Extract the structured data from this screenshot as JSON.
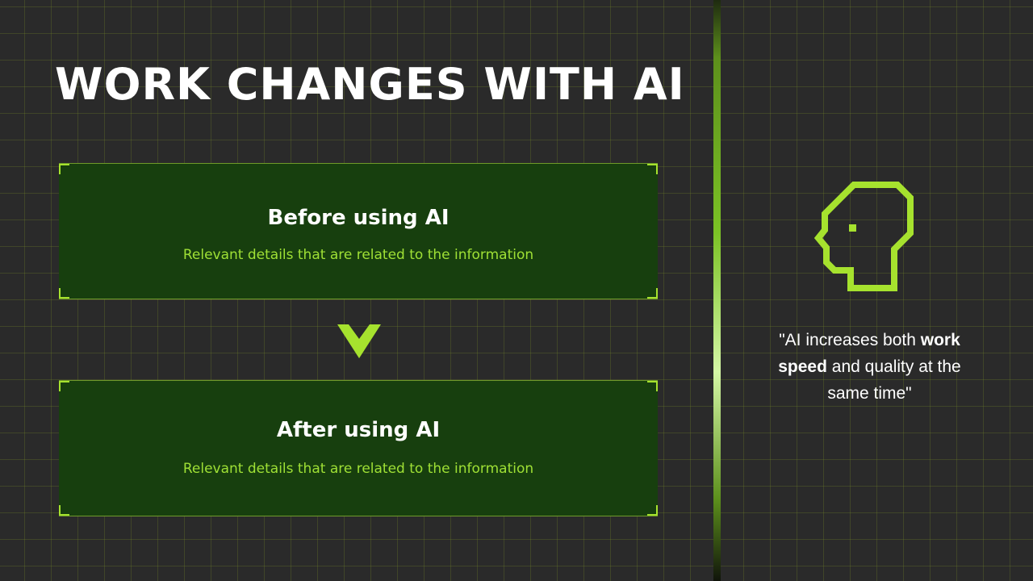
{
  "slide": {
    "title": "WORK CHANGES WITH AI"
  },
  "cards": {
    "before": {
      "heading": "Before using AI",
      "description": "Relevant details that are related to the information"
    },
    "after": {
      "heading": "After using AI",
      "description": "Relevant details that are related to the information"
    }
  },
  "icons": {
    "arrow": "chevron-down-icon",
    "head": "human-head-profile-icon"
  },
  "quote": {
    "prefix": "\"AI increases both ",
    "emphasis": "work speed",
    "suffix": " and quality at the same time\""
  },
  "colors": {
    "background": "#2a2a2a",
    "accent": "#a6e22e",
    "card_fill": "#173f0e",
    "description_text": "#9fe035",
    "text": "#ffffff"
  }
}
